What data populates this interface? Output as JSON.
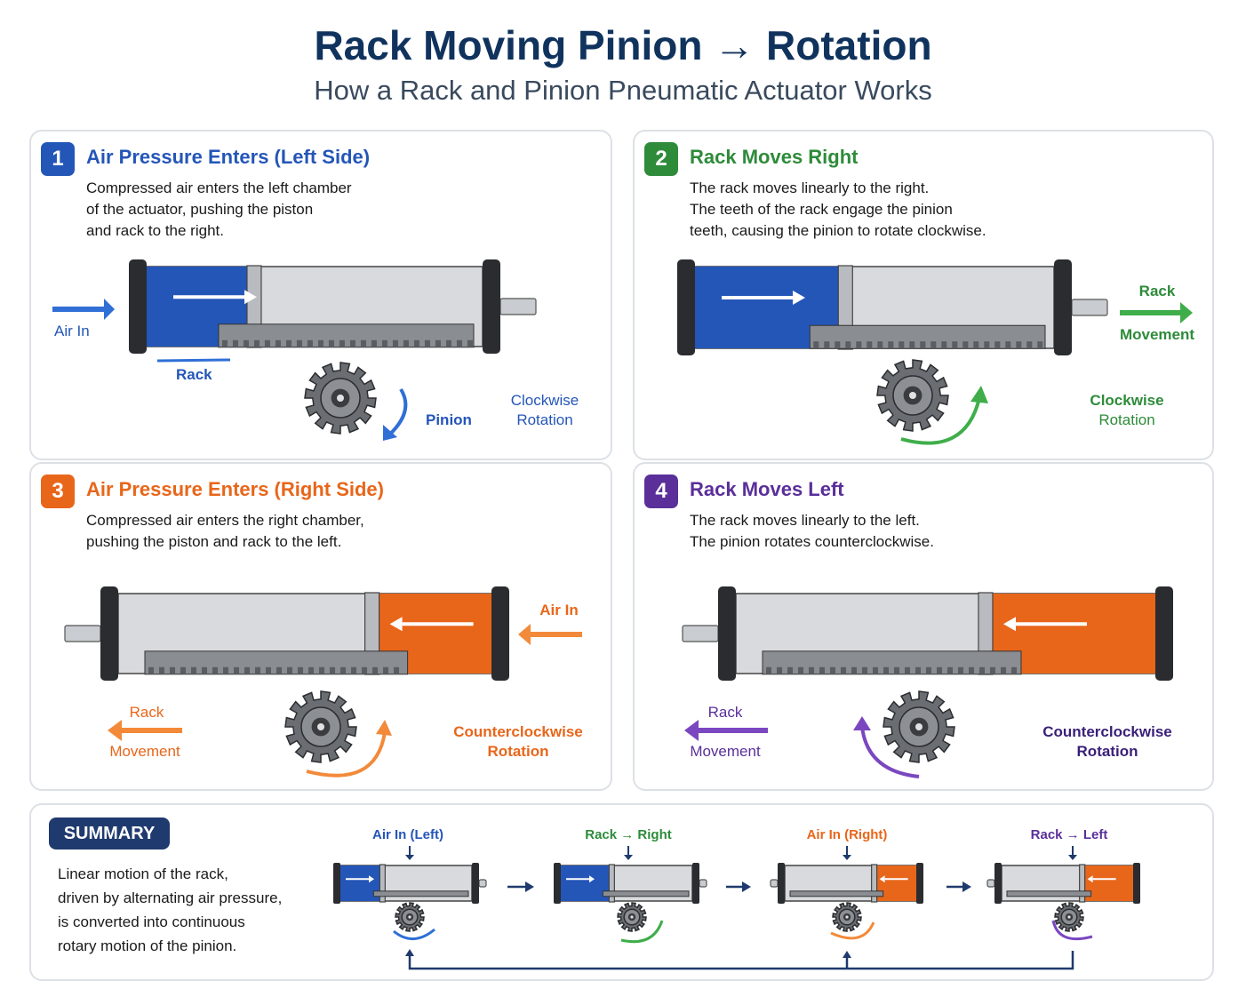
{
  "header": {
    "title": "Rack Moving Pinion → Rotation",
    "subtitle": "How a Rack and Pinion Pneumatic Actuator Works"
  },
  "colors": {
    "blue": "#2456b8",
    "green": "#2e8b3a",
    "orange": "#e8661a",
    "purple": "#5a2f9a",
    "navy": "#10335e"
  },
  "steps": [
    {
      "number": "1",
      "title": "Air Pressure Enters (Left Side)",
      "description": "Compressed air enters the left chamber\nof the actuator, pushing the piston\nand rack to the right.",
      "labels": {
        "air_in": "Air In",
        "rack": "Rack",
        "pinion": "Pinion",
        "rotation_1": "Clockwise",
        "rotation_2": "Rotation"
      }
    },
    {
      "number": "2",
      "title": "Rack Moves Right",
      "description": "The rack moves linearly to the right.\nThe teeth of the rack engage the pinion\nteeth, causing the pinion to rotate clockwise.",
      "labels": {
        "movement_1": "Rack",
        "movement_2": "Movement",
        "rotation_1": "Clockwise",
        "rotation_2": "Rotation"
      }
    },
    {
      "number": "3",
      "title": "Air Pressure Enters (Right Side)",
      "description": "Compressed air enters the right chamber,\npushing the piston and rack to the left.",
      "labels": {
        "air_in": "Air In",
        "movement_1": "Rack",
        "movement_2": "Movement",
        "rotation_1": "Counterclockwise",
        "rotation_2": "Rotation"
      }
    },
    {
      "number": "4",
      "title": "Rack Moves Left",
      "description": "The rack moves linearly to the left.\nThe pinion rotates counterclockwise.",
      "labels": {
        "movement_1": "Rack",
        "movement_2": "Movement",
        "rotation_1": "Counterclockwise",
        "rotation_2": "Rotation"
      }
    }
  ],
  "summary": {
    "badge": "SUMMARY",
    "text": "Linear motion of the rack,\ndriven by alternating air pressure,\nis converted into continuous\nrotary motion of the pinion.",
    "captions": [
      "Air In (Left)",
      "Rack → Right",
      "Air In (Right)",
      "Rack → Left"
    ]
  }
}
